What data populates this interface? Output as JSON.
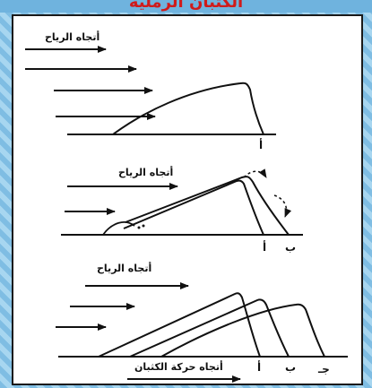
{
  "header": {
    "caption": "الكثبان الرملية"
  },
  "panel_1": {
    "wind_label": "أتجاه الرياح",
    "point_a": "أ"
  },
  "panel_2": {
    "wind_label": "أتجاه الرياح",
    "point_a": "أ",
    "point_b": "ب"
  },
  "panel_3": {
    "wind_label": "أتجاه الرياح",
    "dune_movement_label": "أتجاه حركة الكثبان",
    "point_a": "أ",
    "point_b": "ب",
    "point_c": "جـ"
  },
  "colors": {
    "accent_red": "#d01b1b",
    "border_blue": "#8fc7e8",
    "ink": "#111111"
  }
}
